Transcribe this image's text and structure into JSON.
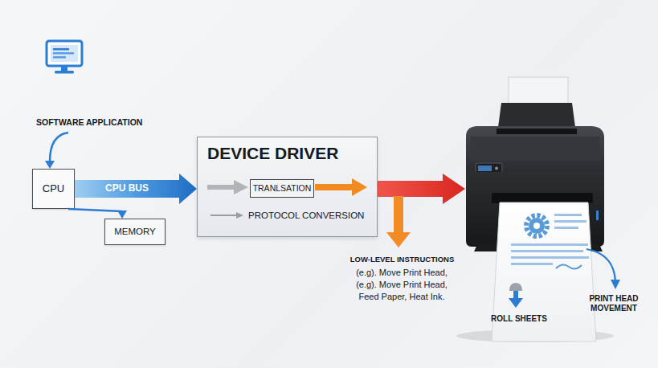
{
  "diagram": {
    "nodes": [
      {
        "text": [
          "SOFTWARE APPLICATION"
        ]
      },
      {
        "text": [
          "CPU"
        ]
      },
      {
        "text": [
          "MEMORY"
        ]
      },
      {
        "text": [
          "DEVICE DRIVER",
          "PROTOCOL CONVERSION"
        ]
      },
      {
        "text": [
          "TRANLSATION"
        ],
        "in": 3
      }
    ],
    "edges": [
      {
        "from": 0,
        "to": 1,
        "arrow": "to"
      },
      {
        "from": 1,
        "to": 3,
        "label": "CPU BUS",
        "arrow": "to"
      },
      {
        "from": 1,
        "to": 2,
        "arrow": "to"
      }
    ],
    "labels": [
      "LOW-LEVEL INSTRUCTIONS",
      "(e.g). Move Print Head, (e.g). Move Print Head, Feed Paper, Heat Ink.",
      "ROLL SHEETS",
      "PRINT HEAD MOVEMENT"
    ]
  }
}
